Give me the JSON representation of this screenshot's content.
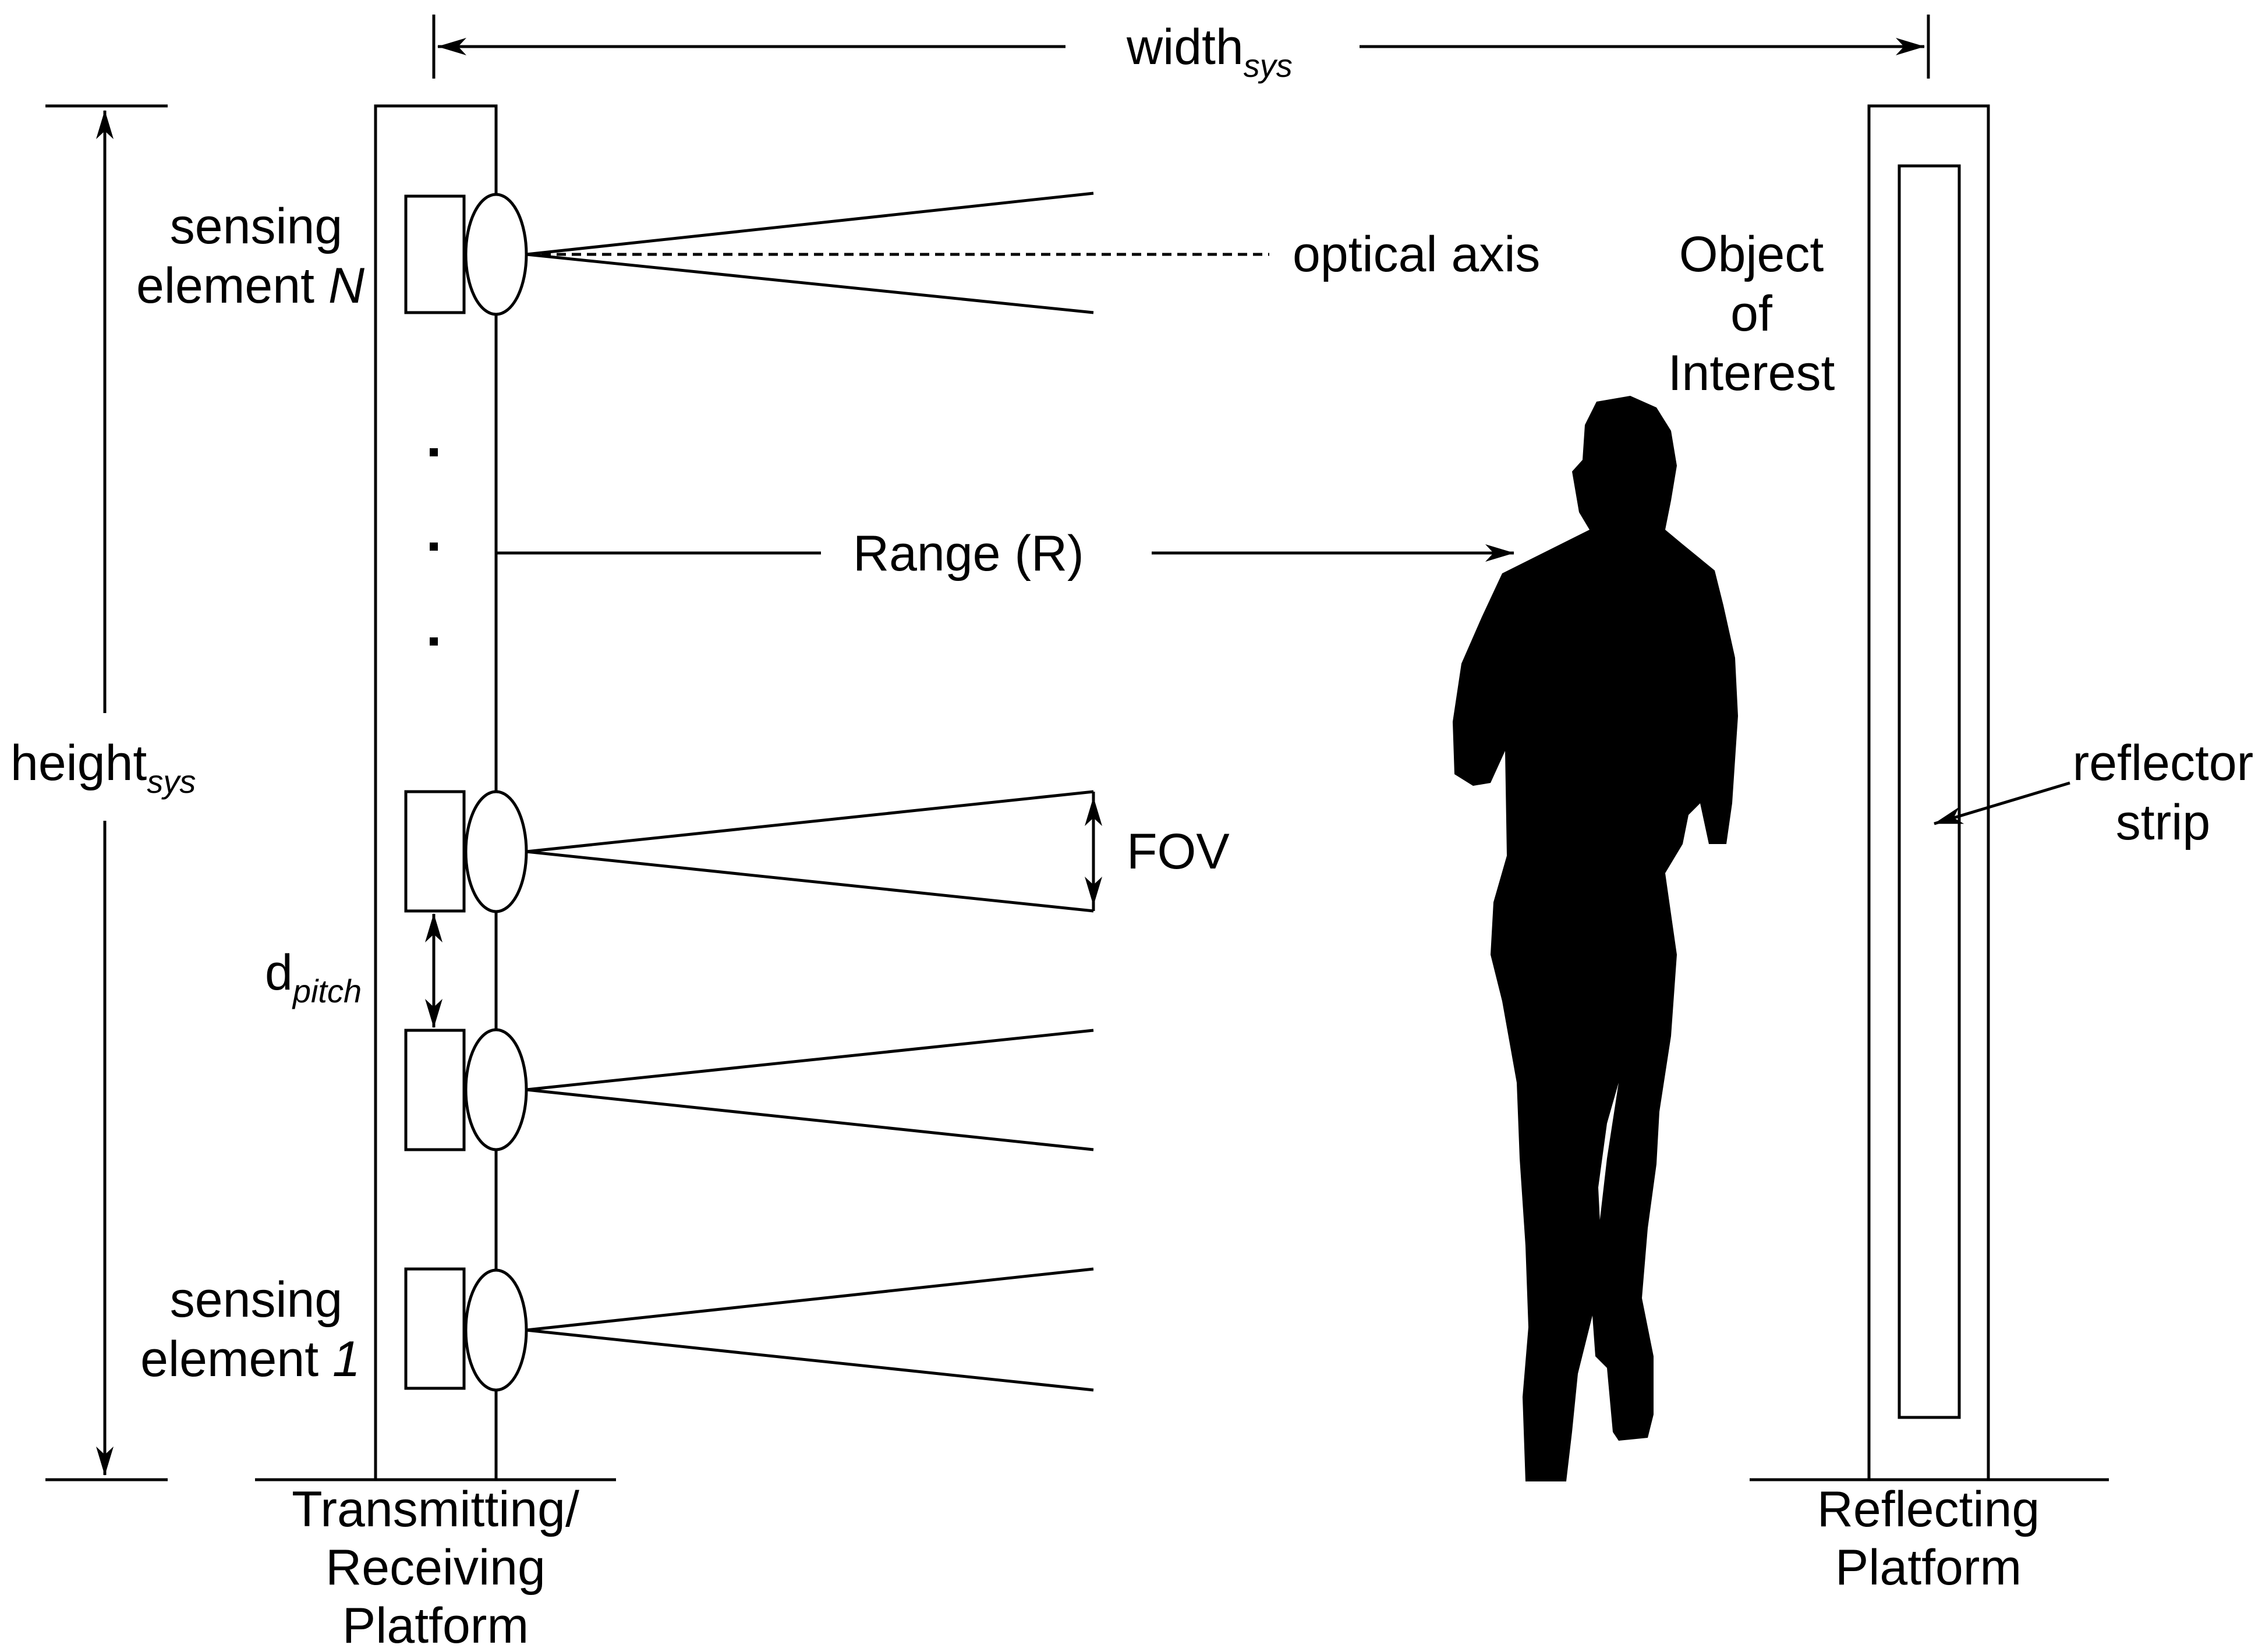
{
  "labels": {
    "width_base": "width",
    "width_sub": "sys",
    "height_base": "height",
    "height_sub": "sys",
    "sensing_n_line1": "sensing",
    "sensing_n_line2": "element ",
    "sensing_n_index": "N",
    "sensing_1_line1": "sensing",
    "sensing_1_line2": "element ",
    "sensing_1_index": "1",
    "optical_axis": "optical axis",
    "range": "Range (R)",
    "fov": "FOV",
    "dpitch_base": "d",
    "dpitch_sub": "pitch",
    "object_line1": "Object",
    "object_line2": "of",
    "object_line3": "Interest",
    "reflector_line1": "reflector",
    "reflector_line2": "strip",
    "tx_line1": "Transmitting/",
    "tx_line2": "Receiving",
    "tx_line3": "Platform",
    "rx_line1": "Reflecting",
    "rx_line2": "Platform",
    "ellipsis_dots": "⋮"
  },
  "colors": {
    "ink": "#000000",
    "background": "#ffffff"
  }
}
